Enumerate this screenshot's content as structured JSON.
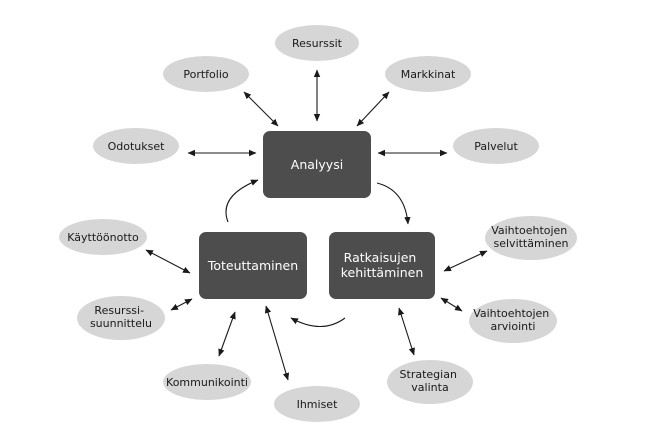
{
  "diagram": {
    "boxes": {
      "analysis": [
        "Analyysi"
      ],
      "implementation": [
        "Toteuttaminen"
      ],
      "solution_development": [
        "Ratkaisujen",
        "kehittäminen"
      ]
    },
    "ellipses": {
      "resources": [
        "Resurssit"
      ],
      "portfolio": [
        "Portfolio"
      ],
      "markets": [
        "Markkinat"
      ],
      "expectations": [
        "Odotukset"
      ],
      "services": [
        "Palvelut"
      ],
      "deployment": [
        "Käyttöönotto"
      ],
      "resource_planning": [
        "Resurssi-",
        "suunnittelu"
      ],
      "communication": [
        "Kommunikointi"
      ],
      "people": [
        "Ihmiset"
      ],
      "strategy_choice": [
        "Strategian",
        "valinta"
      ],
      "alternatives_evaluation": [
        "Vaihtoehtojen",
        "arviointi"
      ],
      "alternatives_exploration": [
        "Vaihtoehtojen",
        "selvittäminen"
      ]
    }
  }
}
